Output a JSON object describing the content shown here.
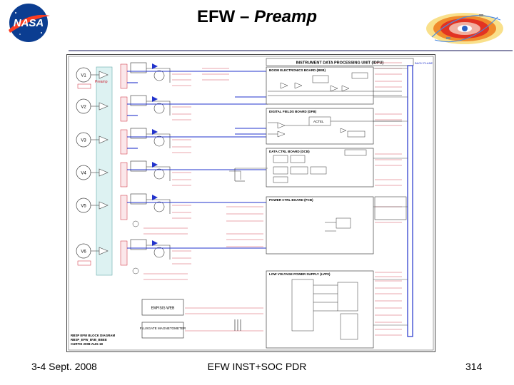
{
  "slide": {
    "title_prefix": "EFW – ",
    "title_italic": "Preamp",
    "footer_date": "3-4 Sept. 2008",
    "footer_title": "EFW INST+SOC PDR",
    "footer_page": "314"
  },
  "logo": {
    "text": "NASA"
  },
  "diagram": {
    "main_title": "INSTRUMENT DATA PROCESSING UNIT (IDPU)",
    "probes": [
      "V1",
      "V2",
      "V3",
      "V4",
      "V5",
      "V6"
    ],
    "preamp_label": "Preamp",
    "boards": {
      "bebb": "BOOM ELECTRONICS BOARD (BEB)",
      "dfb": "DIGITAL FIELDS BOARD (DFB)",
      "dcb": "DATA CTRL BOARD (DCB)",
      "pcb": "POWER CTRL BOARD (PCB)",
      "lvps": "LOW VOLTAGE POWER SUPPLY (LVPS)"
    },
    "side_boxes": [
      "EMFISIS WEB",
      "FLUXGATE MAGNETOMETER"
    ],
    "block_caption": [
      "RBSP EFW BLOCK DIAGRAM",
      "RBSP_EFW_BVB_BBEE",
      "CURTIS 2008-AUG-18"
    ],
    "right_bus_label": "BACK PLANE",
    "actel_label": "ACTEL"
  },
  "colors": {
    "blue_line": "#2233cc",
    "red_line": "#cc2233",
    "gray_line": "#555555",
    "cyan_panel": "#ddf2f2",
    "slide_rule": "#8888aa"
  }
}
